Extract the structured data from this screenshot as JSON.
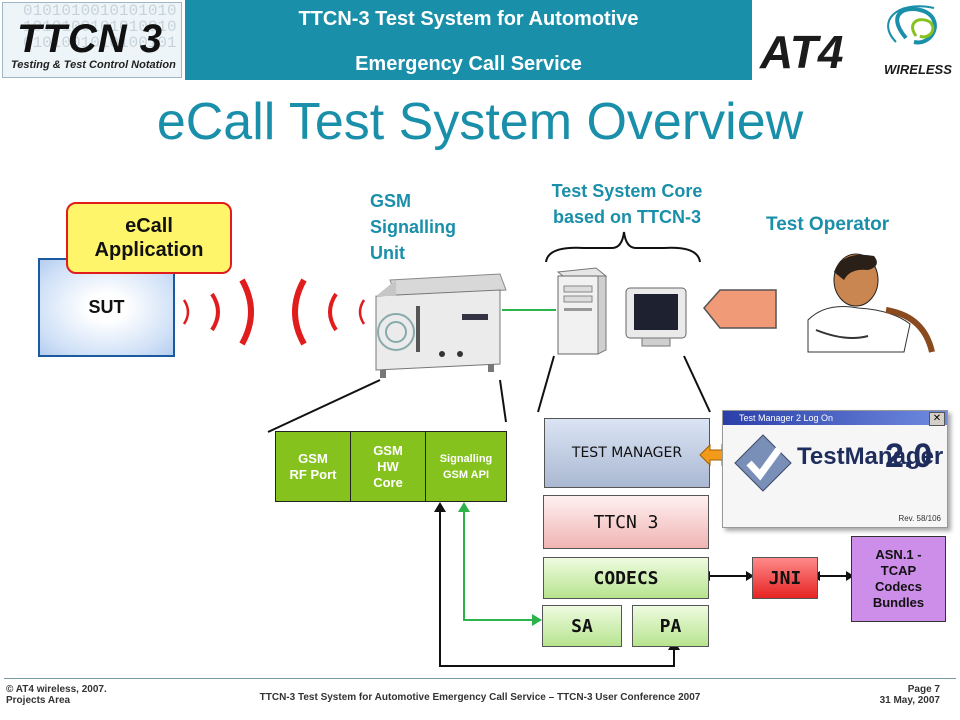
{
  "header": {
    "line1": "TTCN-3 Test System for Automotive",
    "line2": "Emergency Call Service",
    "logo_left": "TTCN 3",
    "logo_left_sub": "Testing & Test Control Notation",
    "logo_right": "AT4",
    "logo_right_sub": "WIRELESS"
  },
  "title": "eCall Test System Overview",
  "labels": {
    "gsm_unit": [
      "GSM",
      "Signalling",
      "Unit"
    ],
    "core": [
      "Test System Core",
      "based on TTCN-3"
    ],
    "operator": "Test Operator"
  },
  "sut": "SUT",
  "ecall_app": [
    "eCall",
    "Application"
  ],
  "gsm_boxes": [
    {
      "lines": [
        "GSM",
        "RF Port"
      ]
    },
    {
      "lines": [
        "GSM",
        "HW",
        "Core"
      ]
    },
    {
      "lines": [
        "Signalling",
        "GSM API"
      ]
    }
  ],
  "stack": {
    "test_manager": "TEST MANAGER",
    "ttcn3": "TTCN 3",
    "codecs": "CODECS",
    "sa": "SA",
    "pa": "PA",
    "jni": "JNI"
  },
  "asn_box": [
    "ASN.1 -",
    "TCAP",
    "Codecs",
    "Bundles"
  ],
  "testmanager_window": {
    "title": "Test Manager 2 Log On",
    "brand": "TestManager",
    "version": "2.0",
    "rev": "Rev. 58/106"
  },
  "footer": {
    "left": [
      "© AT4 wireless, 2007.",
      "Projects Area"
    ],
    "center": "TTCN-3 Test System for Automotive Emergency Call Service – TTCN-3 User Conference 2007",
    "right": [
      "Page 7",
      "31 May, 2007"
    ]
  },
  "colors": {
    "accent": "#1a8faa",
    "green": "#86c21e",
    "red_wave": "#e11c1c",
    "pink": "#f7cbcb",
    "arrow_green": "#2cb34a"
  }
}
